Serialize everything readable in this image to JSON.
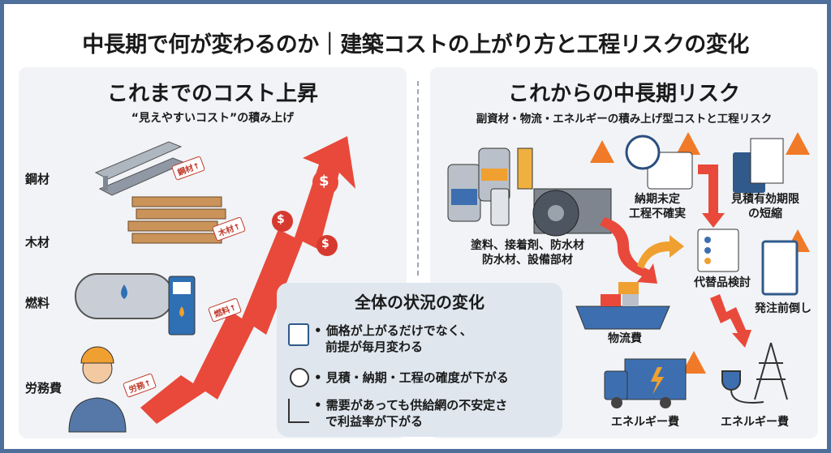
{
  "title": "中長期で何が変わるのか｜建築コストの上がり方と工程リスクの変化",
  "left": {
    "heading": "これまでのコスト上昇",
    "subheading": "“見えやすいコスト”の積み上げ",
    "items": [
      {
        "label": "鋼材",
        "tag": "鋼材↑"
      },
      {
        "label": "木材",
        "tag": "木材↑"
      },
      {
        "label": "燃料",
        "tag": "燃料↑"
      },
      {
        "label": "労務費",
        "tag": "労務↑"
      }
    ],
    "currency_symbol": "$"
  },
  "right": {
    "heading": "これからの中長期リスク",
    "subheading": "副資材・物流・エネルギーの積み上げ型コストと工程リスク",
    "materials_line1": "塗料、接着剤、防水材",
    "materials_line2": "防水材、設備部材",
    "delivery_line1": "納期未定",
    "delivery_line2": "工程不確実",
    "estimate_line1": "見積有効期限",
    "estimate_line2": "の短縮",
    "alternative": "代替品検討",
    "early_order": "発注前倒し",
    "logistics": "物流費",
    "energy1": "エネルギー費",
    "energy2": "エネルギー費"
  },
  "summary": {
    "heading": "全体の状況の変化",
    "items": [
      {
        "line1": "• 価格が上がるだけでなく、",
        "line2": "前提が毎月変わる"
      },
      {
        "line1": "• 見積・納期・工程の確度が下がる",
        "line2": ""
      },
      {
        "line1": "• 需要があっても供給網の不安定さ",
        "line2": "で利益率が下がる"
      }
    ]
  },
  "colors": {
    "frame": "#4f6f9b",
    "arrow": "#e8493a",
    "warning": "#f07a28",
    "panel": "#f1f3f6"
  }
}
